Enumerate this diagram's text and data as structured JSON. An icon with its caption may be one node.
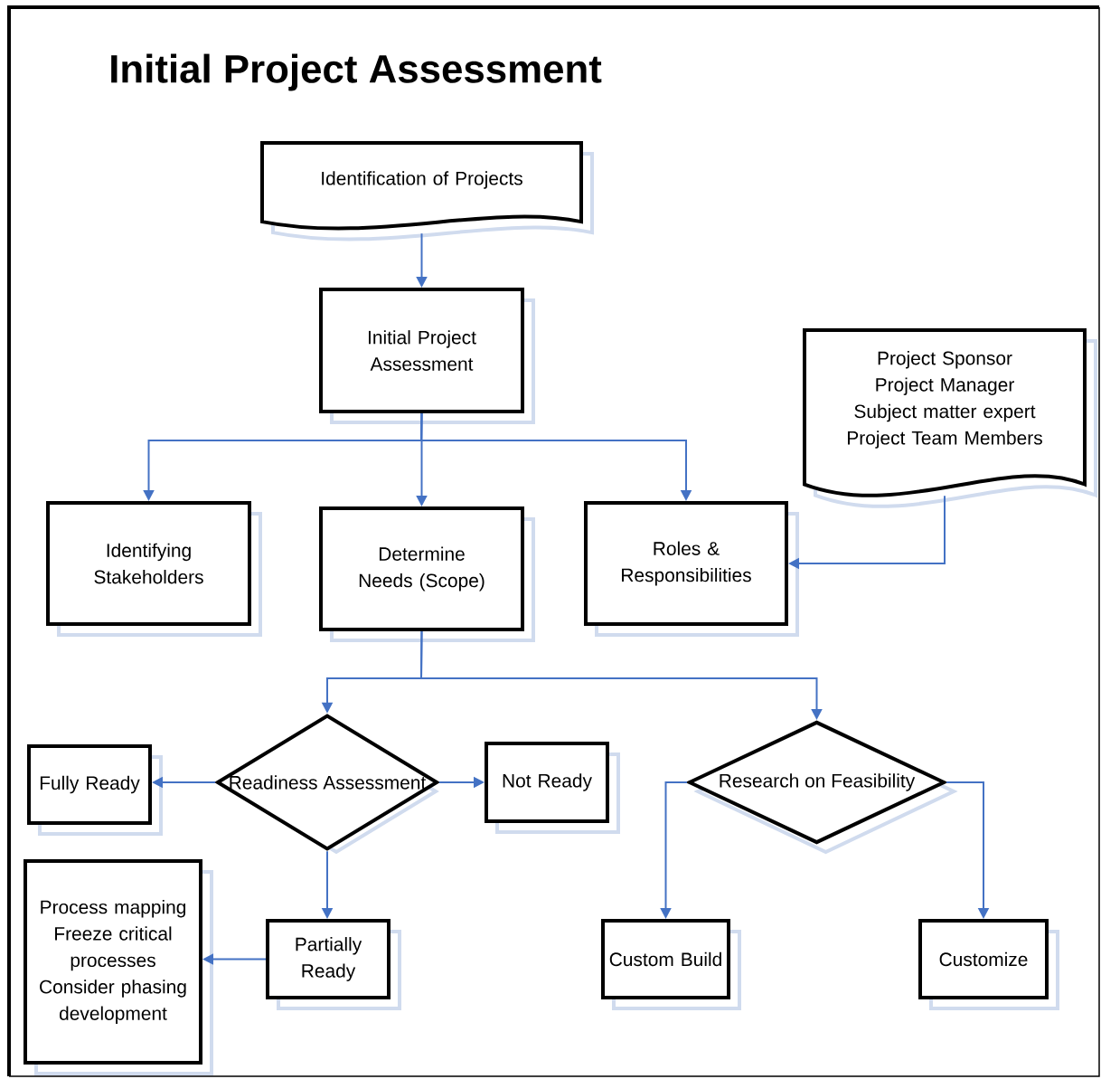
{
  "diagram": {
    "title": "Initial Project Assessment",
    "nodes": [
      {
        "text": [
          "Identification of Projects"
        ]
      },
      {
        "text": [
          "Initial Project Assessment"
        ]
      },
      {
        "text": [
          "Identifying Stakeholders"
        ]
      },
      {
        "text": [
          "Determine Needs (Scope)"
        ]
      },
      {
        "text": [
          "Roles & Responsibilities"
        ]
      },
      {
        "text": [
          "Project Sponsor",
          "Project Manager",
          "Subject matter expert",
          "Project Team Members"
        ]
      },
      {
        "text": [
          "Readiness Assessment"
        ]
      },
      {
        "text": [
          "Fully Ready"
        ]
      },
      {
        "text": [
          "Not Ready"
        ]
      },
      {
        "text": [
          "Research on Feasibility"
        ]
      },
      {
        "text": [
          "Process mapping",
          "Freeze critical processes",
          "Consider phasing development"
        ]
      },
      {
        "text": [
          "Partially Ready"
        ]
      },
      {
        "text": [
          "Custom Build"
        ]
      },
      {
        "text": [
          "Customize"
        ]
      }
    ],
    "edges": [
      {
        "from": 0,
        "to": 1,
        "arrow": "to"
      },
      {
        "from": 1,
        "to": 2,
        "arrow": "to"
      },
      {
        "from": 1,
        "to": 3,
        "arrow": "to"
      },
      {
        "from": 1,
        "to": 4,
        "arrow": "to"
      },
      {
        "from": 5,
        "to": 4,
        "arrow": "to"
      },
      {
        "from": 3,
        "to": 6,
        "arrow": "to"
      },
      {
        "from": 3,
        "to": 9,
        "arrow": "to"
      },
      {
        "from": 6,
        "to": 7,
        "arrow": "to"
      },
      {
        "from": 6,
        "to": 8,
        "arrow": "to"
      },
      {
        "from": 6,
        "to": 11,
        "arrow": "to"
      },
      {
        "from": 11,
        "to": 10,
        "arrow": "to"
      },
      {
        "from": 9,
        "to": 12,
        "arrow": "to"
      },
      {
        "from": 9,
        "to": 13,
        "arrow": "to"
      }
    ]
  }
}
